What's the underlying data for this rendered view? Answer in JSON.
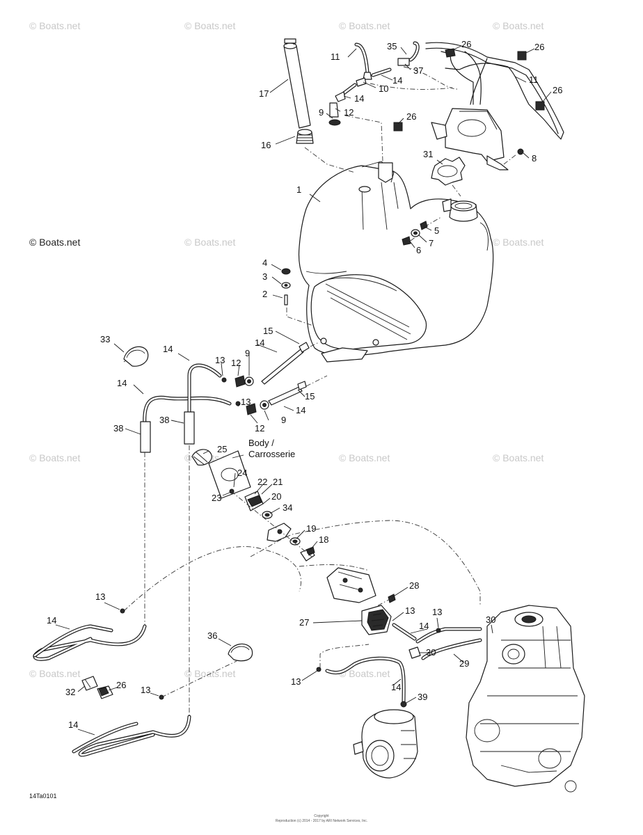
{
  "watermark": "© Boats.net",
  "body_note": {
    "line1": "Body /",
    "line2": "Carrosserie"
  },
  "diagram_code": "14Ta0101",
  "copyright": {
    "line1": "Copyright",
    "line2": "Reproduction (c) 2014 - 2017 by ARI Network Services, Inc."
  },
  "callouts": [
    "1",
    "2",
    "3",
    "4",
    "5",
    "6",
    "7",
    "8",
    "9",
    "10",
    "11",
    "12",
    "13",
    "14",
    "15",
    "16",
    "17",
    "18",
    "19",
    "20",
    "21",
    "22",
    "23",
    "24",
    "25",
    "26",
    "27",
    "28",
    "29",
    "30",
    "31",
    "32",
    "33",
    "34",
    "35",
    "36",
    "37",
    "38",
    "39"
  ]
}
